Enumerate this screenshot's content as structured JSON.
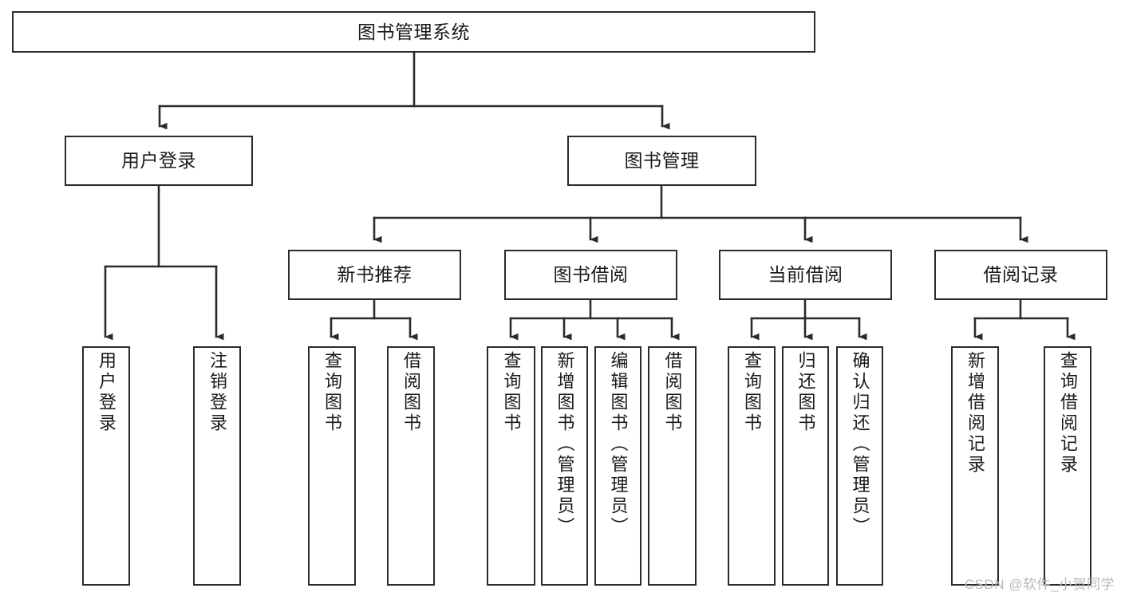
{
  "diagram": {
    "title": "图书管理系统",
    "type": "功能结构图",
    "stroke_color": "#2b2b2b",
    "text_color": "#1a1a1a",
    "background_color": "#ffffff"
  },
  "watermark": {
    "text": "CSDN @软件_小贺同学",
    "color": "#b9b9b9"
  },
  "nodes": {
    "root": {
      "label": "图书管理系统"
    },
    "level2": [
      {
        "label": "用户登录"
      },
      {
        "label": "图书管理"
      }
    ],
    "level3": [
      {
        "label": "新书推荐"
      },
      {
        "label": "图书借阅"
      },
      {
        "label": "当前借阅"
      },
      {
        "label": "借阅记录"
      }
    ],
    "leaves": {
      "user_login": [
        {
          "label": "用户登录"
        },
        {
          "label": "注销登录"
        }
      ],
      "new_book": [
        {
          "label": "查询图书"
        },
        {
          "label": "借阅图书"
        }
      ],
      "book_borrow": [
        {
          "label": "查询图书"
        },
        {
          "label": "新增图书（管理员）"
        },
        {
          "label": "编辑图书（管理员）"
        },
        {
          "label": "借阅图书"
        }
      ],
      "current_borrow": [
        {
          "label": "查询图书"
        },
        {
          "label": "归还图书"
        },
        {
          "label": "确认归还（管理员）"
        }
      ],
      "borrow_record": [
        {
          "label": "新增借阅记录"
        },
        {
          "label": "查询借阅记录"
        }
      ]
    }
  },
  "tree_structure": {
    "name": "图书管理系统",
    "children": [
      {
        "name": "用户登录",
        "children": [
          {
            "name": "用户登录"
          },
          {
            "name": "注销登录"
          }
        ]
      },
      {
        "name": "图书管理",
        "children": [
          {
            "name": "新书推荐",
            "children": [
              {
                "name": "查询图书"
              },
              {
                "name": "借阅图书"
              }
            ]
          },
          {
            "name": "图书借阅",
            "children": [
              {
                "name": "查询图书"
              },
              {
                "name": "新增图书（管理员）"
              },
              {
                "name": "编辑图书（管理员）"
              },
              {
                "name": "借阅图书"
              }
            ]
          },
          {
            "name": "当前借阅",
            "children": [
              {
                "name": "查询图书"
              },
              {
                "name": "归还图书"
              },
              {
                "name": "确认归还（管理员）"
              }
            ]
          },
          {
            "name": "借阅记录",
            "children": [
              {
                "name": "新增借阅记录"
              },
              {
                "name": "查询借阅记录"
              }
            ]
          }
        ]
      }
    ]
  }
}
